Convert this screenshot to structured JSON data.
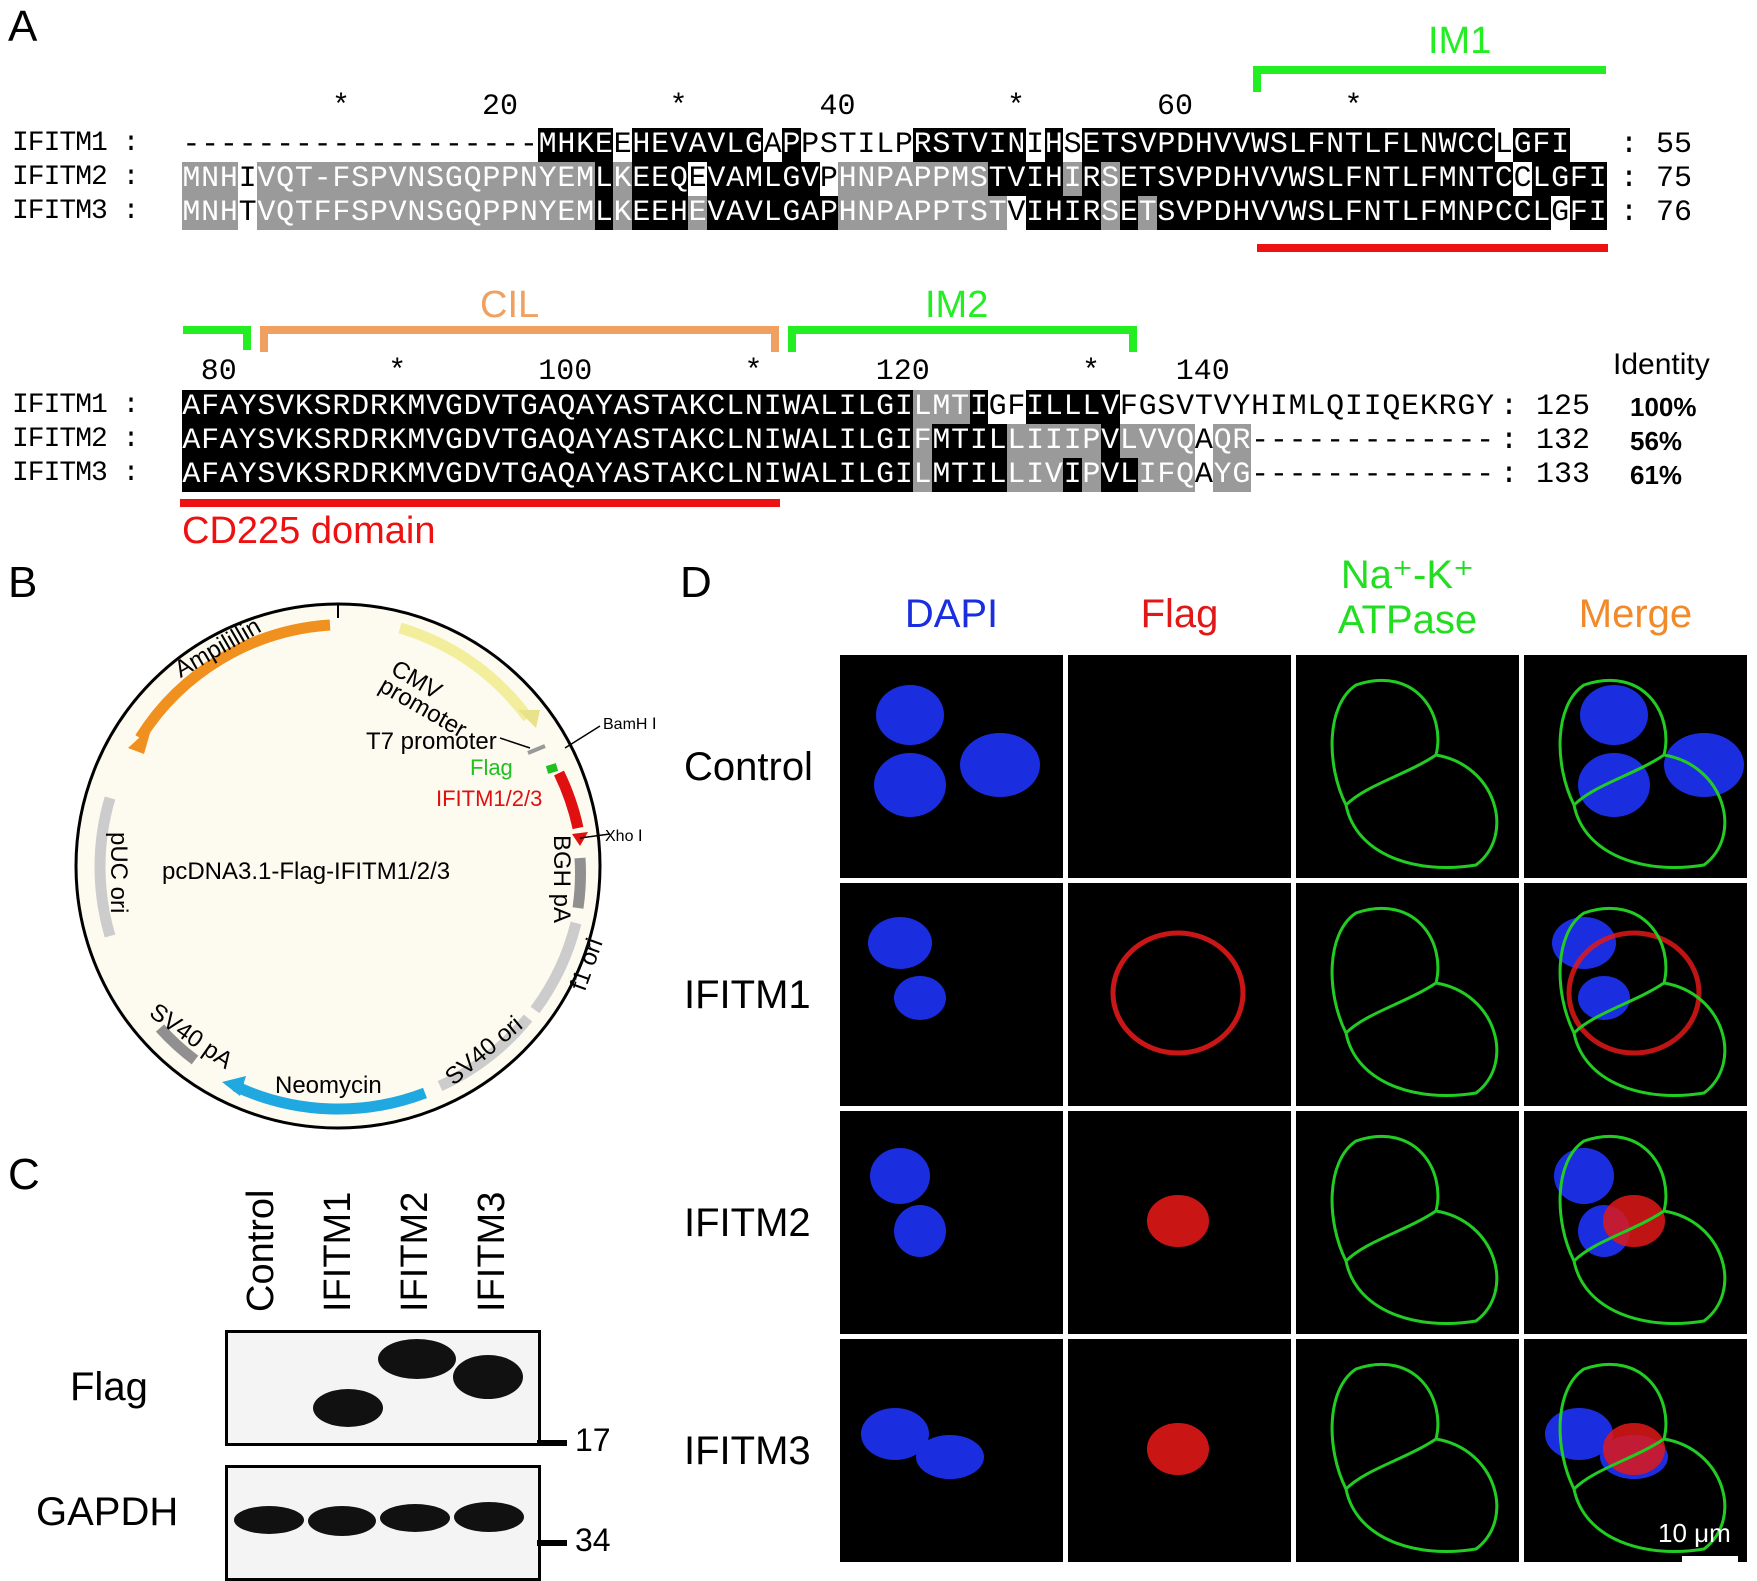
{
  "panels": {
    "a": "A",
    "b": "B",
    "c": "C",
    "d": "D"
  },
  "alignment": {
    "ruler_top": [
      {
        "text": "*",
        "col": 8
      },
      {
        "text": "20",
        "col": 16
      },
      {
        "text": "*",
        "col": 26
      },
      {
        "text": "40",
        "col": 34
      },
      {
        "text": "*",
        "col": 44
      },
      {
        "text": "60",
        "col": 52
      },
      {
        "text": "*",
        "col": 62
      }
    ],
    "ruler_bottom": [
      {
        "text": "80",
        "col": 1
      },
      {
        "text": "*",
        "col": 11
      },
      {
        "text": "100",
        "col": 19
      },
      {
        "text": "*",
        "col": 30
      },
      {
        "text": "120",
        "col": 37
      },
      {
        "text": "*",
        "col": 48
      },
      {
        "text": "140",
        "col": 53
      }
    ],
    "block1": [
      {
        "name": "IFITM1 :",
        "seq": "-------------------MHKEEHEVAVLGAPPSTILPRSTVINIHSETSVPDHVVWSLFNTLFLNWCCLGFI",
        "mask": "wwwwwwwwwwwwwwwwwwwbbbbwbbbbbbbwbwwwwwwbbbbbbwbwbbbbbbbbbbbbbbbbbbbbbbwbbbbbbb",
        "end": "55"
      },
      {
        "name": "IFITM2 :",
        "seq": "MNHIVQT-FSPVNSGQPPNYEMLKEEQEVAMLGVPHNPAPPMSTVIHIRSETSVPDHVVWSLFNTLFMNTCCLGFI",
        "mask": "gggwggggggggggggggggggbgbbbwbbbbbbwggggggggbbbbgbgbbbbbbbbbbbbbbbbbbbbbwbbbbbbb",
        "end": "75"
      },
      {
        "name": "IFITM3 :",
        "seq": "MNHTVQTFFSPVNSGQPPNYEMLKEEHEVAVLGAPHNPAPPTSTVIHIRSETSVPDHVVWSLFNTLFMNPCCLGFI",
        "mask": "gggwggggggggggggggggggbgbbbgbbbbbbbgggggggggwbbbbgbgbbbbbbbbbbbbbbbbbbbbbwbbbbbbb",
        "end": "76"
      }
    ],
    "block2": [
      {
        "name": "IFITM1 :",
        "seq": "AFAYSVKSRDRKMVGDVTGAQAYASTAKCLNIWALILGILMTIGFILLLVFGSVTVYHIMLQIIQEKRGY",
        "mask": "bbbbbbbbbbbbbbbbbbbbbbbbbbbbbbbbbbbbbbbgggbwwbbbbbwwwwwwwwwwwwwwwwwwww",
        "end": "125",
        "identity": "100%"
      },
      {
        "name": "IFITM2 :",
        "seq": "AFAYSVKSRDRKMVGDVTGAQAYASTAKCLNIWALILGIFMTILLIIIPVLVVQAQR-------------",
        "mask": "bbbbbbbbbbbbbbbbbbbbbbbbbbbbbbbbbbbbbbbgbbbbgggggbggggwggwwwwwwwwwwwwww",
        "end": "132",
        "identity": "56%"
      },
      {
        "name": "IFITM3 :",
        "seq": "AFAYSVKSRDRKMVGDVTGAQAYASTAKCLNIWALILGILMTILLIVIPVLIFQAYG-------------",
        "mask": "bbbbbbbbbbbbbbbbbbbbbbbbbbbbbbbbbbbbbbbgbbbbgggbgbbgggwggwwwwwwwwwwwwwww",
        "end": "133",
        "identity": "61%"
      }
    ],
    "identity_header": "Identity",
    "domains": {
      "im1": "IM1",
      "cil": "CIL",
      "im2": "IM2",
      "cd225": "CD225 domain"
    }
  },
  "plasmid": {
    "name": "pcDNA3.1-Flag-IFITM1/2/3",
    "labels": {
      "ampicillin": "Ampilillin",
      "cmv": "CMV",
      "promoter": "promoter",
      "t7": "T7 promoter",
      "bamh": "BamH Ⅰ",
      "flag": "Flag",
      "ifitm": "IFITM1/2/3",
      "xho": "Xho Ⅰ",
      "bgh": "BGH pA",
      "f1": "f1 ori",
      "sv40ori": "SV40 ori",
      "neomycin": "Neomycin",
      "sv40pa": "SV40 pA",
      "puc": "pUC ori"
    },
    "colors": {
      "ampicillin": "#f0901e",
      "cmv": "#f4f0a0",
      "ifitm": "#e01010",
      "flag": "#20c020",
      "neomycin": "#20a8e0",
      "grey": "#909090"
    }
  },
  "blot": {
    "lanes": [
      "Control",
      "IFITM1",
      "IFITM2",
      "IFITM3"
    ],
    "rows": [
      "Flag",
      "GAPDH"
    ],
    "markers": [
      "17",
      "34"
    ]
  },
  "microscopy": {
    "columns": [
      {
        "label": "DAPI",
        "color": "#1a2ee0"
      },
      {
        "label": "Flag",
        "color": "#e01818"
      },
      {
        "label": "Na⁺-K⁺",
        "label2": "ATPase",
        "color": "#22dd22"
      },
      {
        "label": "Merge",
        "color": "#f08a2a"
      }
    ],
    "rows": [
      "Control",
      "IFITM1",
      "IFITM2",
      "IFITM3"
    ],
    "scale": "10 μm"
  }
}
